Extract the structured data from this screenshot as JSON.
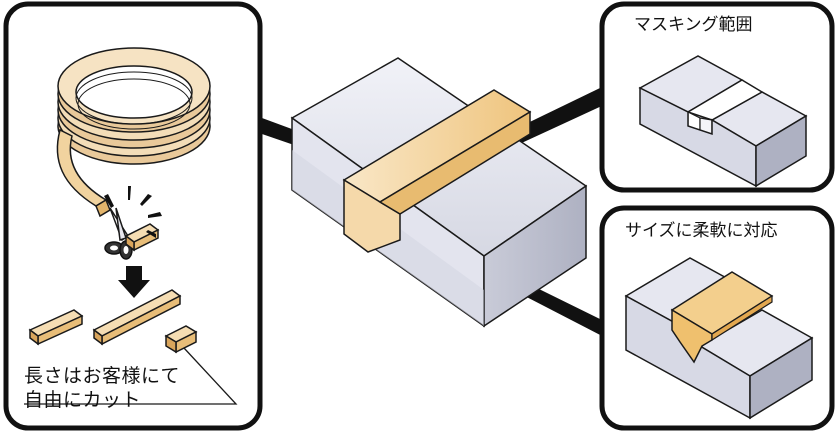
{
  "left_panel": {
    "caption_line1": "長さはお客様にて",
    "caption_line2": "自由にカット"
  },
  "top_right_panel": {
    "title": "マスキング範囲"
  },
  "bottom_right_panel": {
    "title": "サイズに柔軟に対応"
  },
  "colors": {
    "panel_border": "#111111",
    "block_top": "#e9eaf2",
    "block_front": "#dfe0ea",
    "block_side": "#b9bccb",
    "tape_light": "#f9e4bf",
    "tape_mid": "#f1cd8f",
    "tape_dark": "#e3ad5c",
    "outline": "#1a1a1a"
  }
}
